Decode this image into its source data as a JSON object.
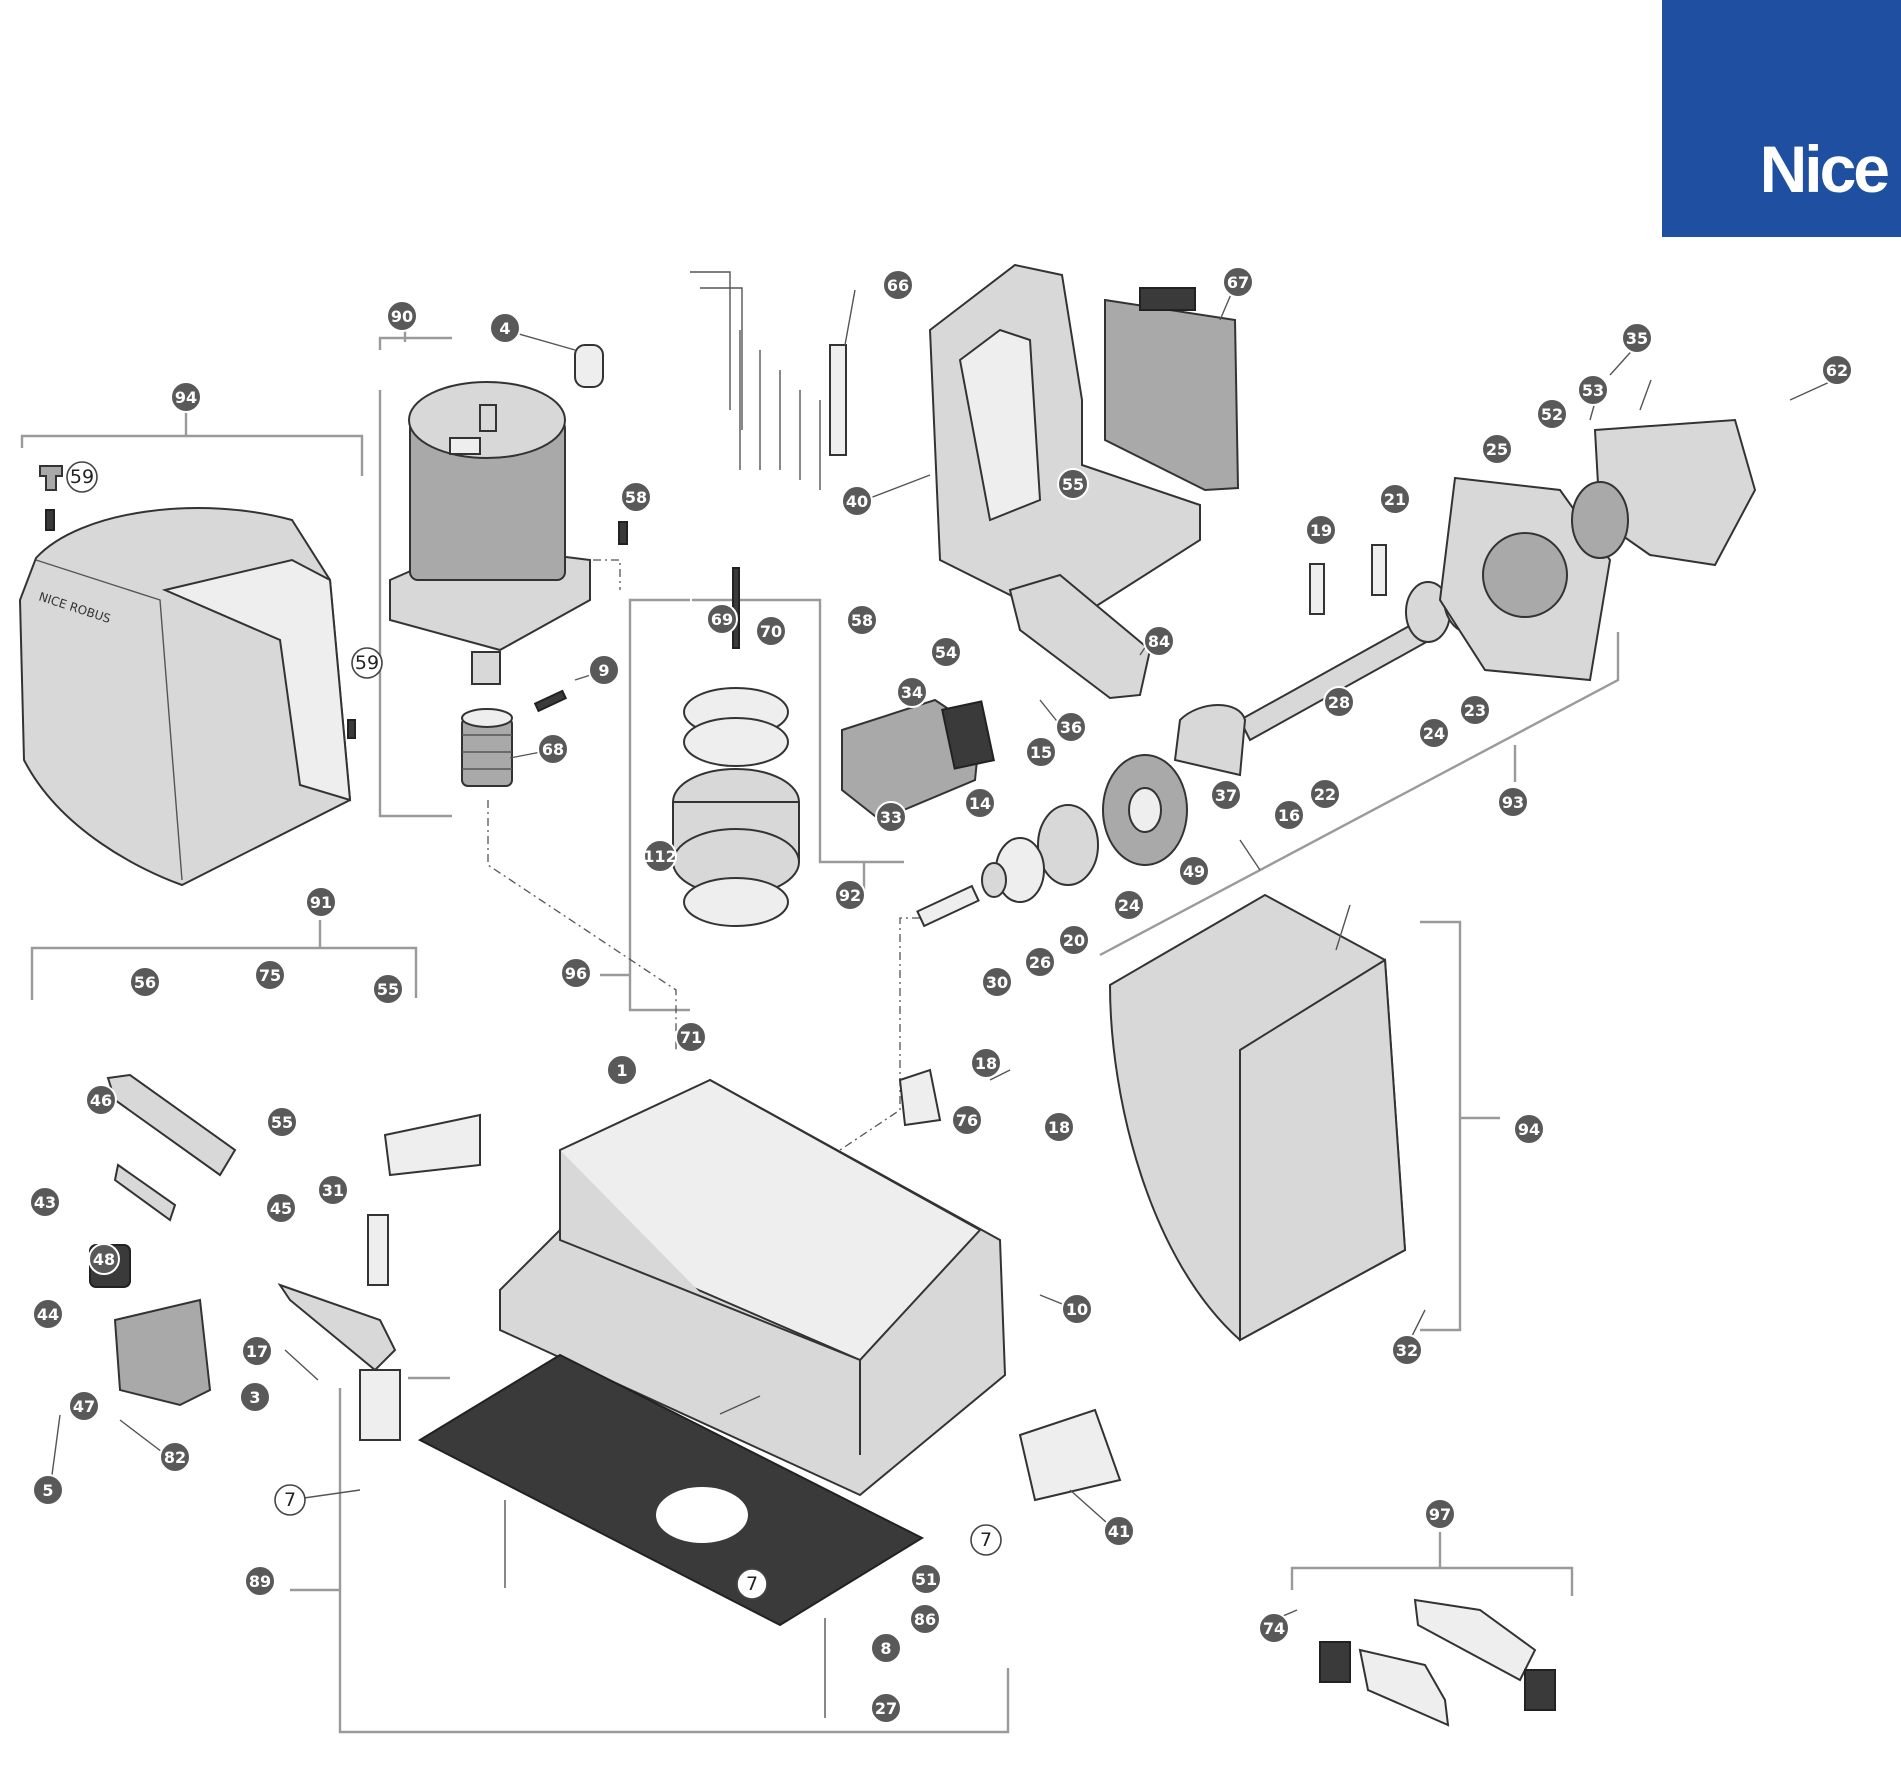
{
  "brand": {
    "name": "Nice",
    "color": "#1f4fa0"
  },
  "cover_text": "NICE ROBUS",
  "callouts": [
    {
      "id": "c1",
      "label": "1",
      "style": "dark"
    },
    {
      "id": "c3",
      "label": "3",
      "style": "dark"
    },
    {
      "id": "c4",
      "label": "4",
      "style": "dark"
    },
    {
      "id": "c5",
      "label": "5",
      "style": "dark"
    },
    {
      "id": "c7a",
      "label": "7",
      "style": "open"
    },
    {
      "id": "c7b",
      "label": "7",
      "style": "open"
    },
    {
      "id": "c7c",
      "label": "7",
      "style": "open"
    },
    {
      "id": "c8",
      "label": "8",
      "style": "dark"
    },
    {
      "id": "c9",
      "label": "9",
      "style": "dark"
    },
    {
      "id": "c10",
      "label": "10",
      "style": "dark"
    },
    {
      "id": "c14",
      "label": "14",
      "style": "dark"
    },
    {
      "id": "c15",
      "label": "15",
      "style": "dark"
    },
    {
      "id": "c16",
      "label": "16",
      "style": "dark"
    },
    {
      "id": "c17",
      "label": "17",
      "style": "dark"
    },
    {
      "id": "c18a",
      "label": "18",
      "style": "dark"
    },
    {
      "id": "c18b",
      "label": "18",
      "style": "dark"
    },
    {
      "id": "c19",
      "label": "19",
      "style": "dark"
    },
    {
      "id": "c20",
      "label": "20",
      "style": "dark"
    },
    {
      "id": "c21",
      "label": "21",
      "style": "dark"
    },
    {
      "id": "c22",
      "label": "22",
      "style": "dark"
    },
    {
      "id": "c23",
      "label": "23",
      "style": "dark"
    },
    {
      "id": "c24a",
      "label": "24",
      "style": "dark"
    },
    {
      "id": "c24b",
      "label": "24",
      "style": "dark"
    },
    {
      "id": "c25",
      "label": "25",
      "style": "dark"
    },
    {
      "id": "c26",
      "label": "26",
      "style": "dark"
    },
    {
      "id": "c27",
      "label": "27",
      "style": "dark"
    },
    {
      "id": "c28",
      "label": "28",
      "style": "dark"
    },
    {
      "id": "c30",
      "label": "30",
      "style": "dark"
    },
    {
      "id": "c31",
      "label": "31",
      "style": "dark"
    },
    {
      "id": "c32",
      "label": "32",
      "style": "dark"
    },
    {
      "id": "c33",
      "label": "33",
      "style": "dark"
    },
    {
      "id": "c34",
      "label": "34",
      "style": "dark"
    },
    {
      "id": "c35",
      "label": "35",
      "style": "dark"
    },
    {
      "id": "c36",
      "label": "36",
      "style": "dark"
    },
    {
      "id": "c37",
      "label": "37",
      "style": "dark"
    },
    {
      "id": "c40",
      "label": "40",
      "style": "dark"
    },
    {
      "id": "c41",
      "label": "41",
      "style": "dark"
    },
    {
      "id": "c43",
      "label": "43",
      "style": "dark"
    },
    {
      "id": "c44",
      "label": "44",
      "style": "dark"
    },
    {
      "id": "c45",
      "label": "45",
      "style": "dark"
    },
    {
      "id": "c46",
      "label": "46",
      "style": "dark"
    },
    {
      "id": "c47",
      "label": "47",
      "style": "dark"
    },
    {
      "id": "c48",
      "label": "48",
      "style": "dark"
    },
    {
      "id": "c49",
      "label": "49",
      "style": "dark"
    },
    {
      "id": "c51",
      "label": "51",
      "style": "dark"
    },
    {
      "id": "c52",
      "label": "52",
      "style": "dark"
    },
    {
      "id": "c53",
      "label": "53",
      "style": "dark"
    },
    {
      "id": "c54",
      "label": "54",
      "style": "dark"
    },
    {
      "id": "c55a",
      "label": "55",
      "style": "dark"
    },
    {
      "id": "c55b",
      "label": "55",
      "style": "dark"
    },
    {
      "id": "c55c",
      "label": "55",
      "style": "dark"
    },
    {
      "id": "c56",
      "label": "56",
      "style": "dark"
    },
    {
      "id": "c58a",
      "label": "58",
      "style": "dark"
    },
    {
      "id": "c58b",
      "label": "58",
      "style": "dark"
    },
    {
      "id": "c59a",
      "label": "59",
      "style": "open"
    },
    {
      "id": "c59b",
      "label": "59",
      "style": "open"
    },
    {
      "id": "c62",
      "label": "62",
      "style": "dark"
    },
    {
      "id": "c66",
      "label": "66",
      "style": "dark"
    },
    {
      "id": "c67",
      "label": "67",
      "style": "dark"
    },
    {
      "id": "c68",
      "label": "68",
      "style": "dark"
    },
    {
      "id": "c69",
      "label": "69",
      "style": "dark"
    },
    {
      "id": "c70",
      "label": "70",
      "style": "dark"
    },
    {
      "id": "c71",
      "label": "71",
      "style": "dark"
    },
    {
      "id": "c74",
      "label": "74",
      "style": "dark"
    },
    {
      "id": "c75",
      "label": "75",
      "style": "dark"
    },
    {
      "id": "c76",
      "label": "76",
      "style": "dark"
    },
    {
      "id": "c82",
      "label": "82",
      "style": "dark"
    },
    {
      "id": "c84",
      "label": "84",
      "style": "dark"
    },
    {
      "id": "c86",
      "label": "86",
      "style": "dark"
    },
    {
      "id": "c89",
      "label": "89",
      "style": "dark"
    },
    {
      "id": "c90",
      "label": "90",
      "style": "dark"
    },
    {
      "id": "c91",
      "label": "91",
      "style": "dark"
    },
    {
      "id": "c92",
      "label": "92",
      "style": "dark"
    },
    {
      "id": "c93",
      "label": "93",
      "style": "dark"
    },
    {
      "id": "c94a",
      "label": "94",
      "style": "dark"
    },
    {
      "id": "c94b",
      "label": "94",
      "style": "dark"
    },
    {
      "id": "c96",
      "label": "96",
      "style": "dark"
    },
    {
      "id": "c97",
      "label": "97",
      "style": "dark"
    },
    {
      "id": "c112",
      "label": "112",
      "style": "dark"
    }
  ]
}
